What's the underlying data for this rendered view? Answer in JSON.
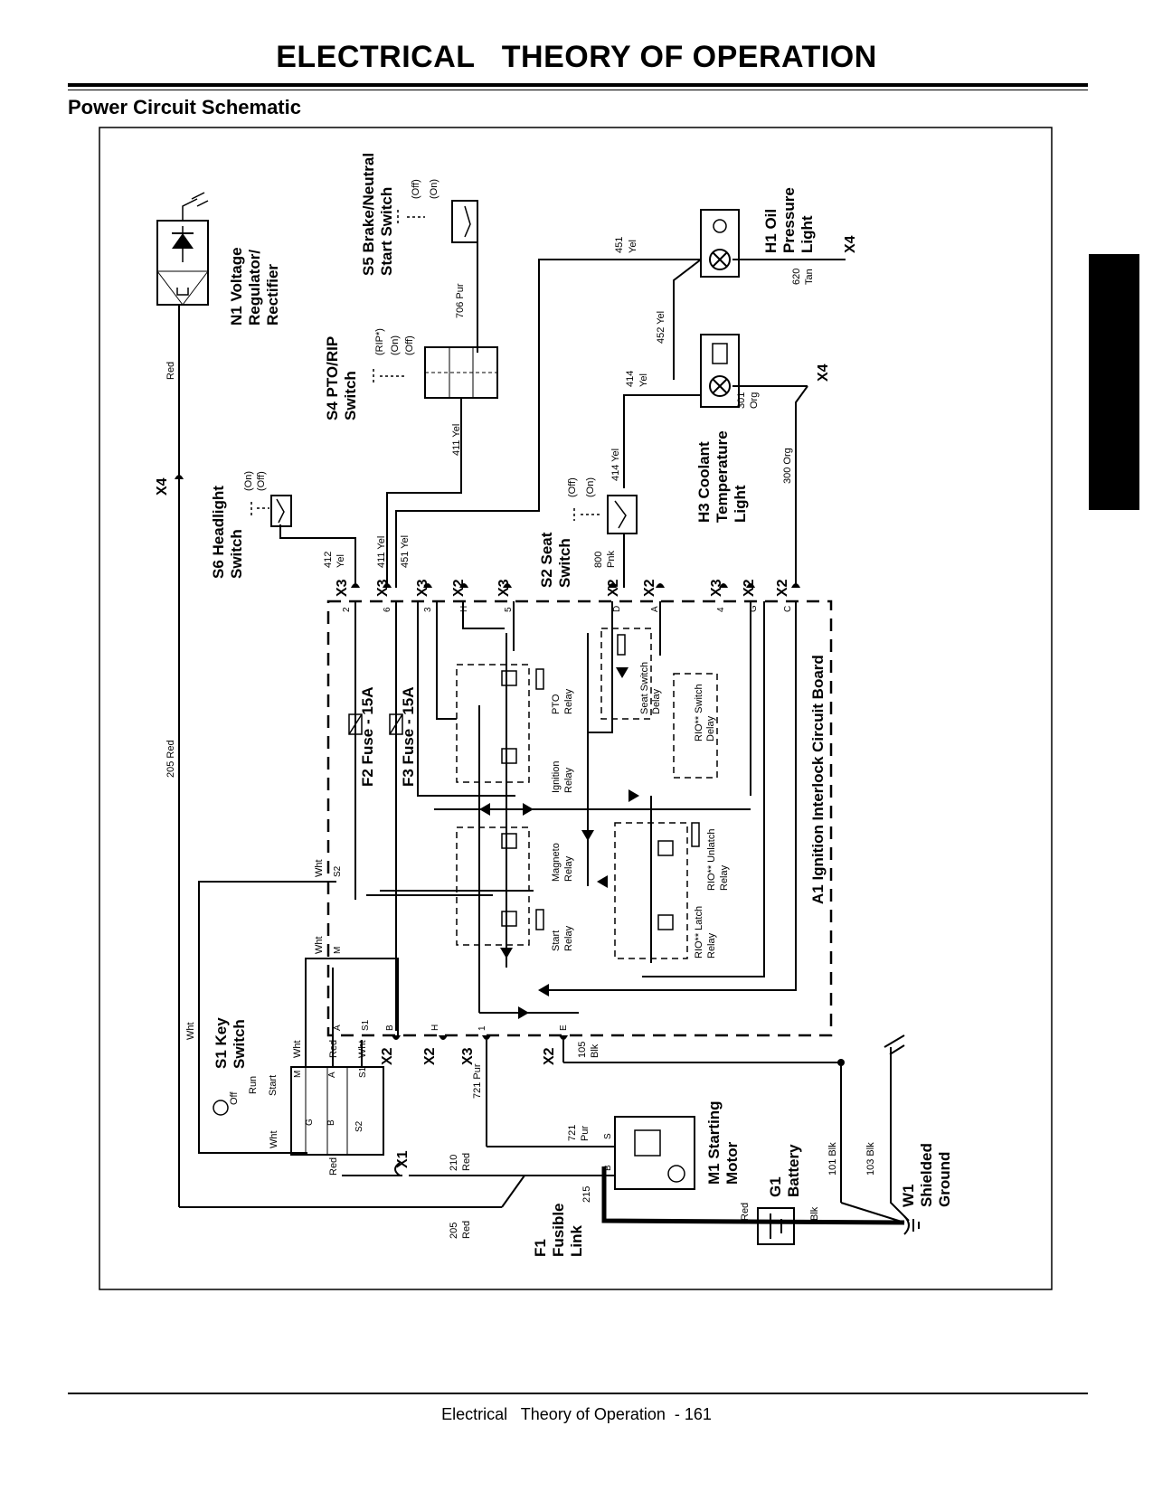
{
  "header": {
    "title": "ELECTRICAL   THEORY OF OPERATION",
    "section": "Power Circuit Schematic"
  },
  "footer": {
    "text": "Electrical   Theory of Operation  - 161"
  },
  "components": {
    "n1": [
      "N1 Voltage",
      "Regulator/",
      "Rectifier"
    ],
    "s5": [
      "S5 Brake/Neutral",
      "Start Switch"
    ],
    "s5_states": [
      "(Off)",
      "(On)"
    ],
    "h1": [
      "H1 Oil",
      "Pressure",
      "Light"
    ],
    "s4": [
      "S4 PTO/RIP",
      "Switch"
    ],
    "s4_states": [
      "(RIP*)",
      "(On)",
      "(Off)"
    ],
    "h3": [
      "H3 Coolant",
      "Temperature",
      "Light"
    ],
    "s6": [
      "S6 Headlight",
      "Switch"
    ],
    "s6_states": [
      "(On)",
      "(Off)"
    ],
    "s2": [
      "S2 Seat",
      "Switch"
    ],
    "s2_states": [
      "(Off)",
      "(On)"
    ],
    "a1": "A1 Ignition Interlock Circuit Board",
    "f2": "F2 Fuse - 15A",
    "f3": "F3 Fuse - 15A",
    "s1": [
      "S1 Key",
      "Switch"
    ],
    "s1_states": [
      "Off",
      "Run",
      "Start"
    ],
    "m1": [
      "M1 Starting",
      "Motor"
    ],
    "g1": [
      "G1",
      "Battery"
    ],
    "w1": [
      "W1",
      "Shielded",
      "Ground"
    ],
    "f1": [
      "F1",
      "Fusible",
      "Link"
    ]
  },
  "relays": {
    "pto": [
      "PTO",
      "Relay"
    ],
    "ignition": [
      "Ignition",
      "Relay"
    ],
    "magneto": [
      "Magneto",
      "Relay"
    ],
    "start": [
      "Start",
      "Relay"
    ],
    "seat_delay": [
      "Seat Switch",
      "Delay"
    ],
    "rio_switch_delay": [
      "RIO** Switch",
      "Delay"
    ],
    "rio_unlatch": [
      "RIO** Unlatch",
      "Relay"
    ],
    "rio_latch": [
      "RIO** Latch",
      "Relay"
    ]
  },
  "connectors": {
    "x1": "X1",
    "x2": "X2",
    "x3": "X3",
    "x4": "X4"
  },
  "wires": {
    "red": "Red",
    "w205": "205 Red",
    "w706": "706 Pur",
    "w451": [
      "451",
      "Yel"
    ],
    "w452": "452 Yel",
    "w414": [
      "414",
      "Yel"
    ],
    "w414b": "414 Yel",
    "w620": [
      "620",
      "Tan"
    ],
    "w301": [
      "301",
      "Org"
    ],
    "w300": "300 Org",
    "w411": "411 Yel",
    "w412": [
      "412",
      "Yel"
    ],
    "w411b": "411 Yel",
    "w451b": "451 Yel",
    "w800": [
      "800",
      "Pnk"
    ],
    "w721": "721 Pur",
    "w721b": [
      "721",
      "Pur"
    ],
    "w105": [
      "105",
      "Blk"
    ],
    "w210": [
      "210",
      "Red"
    ],
    "w205b": [
      "205",
      "Red"
    ],
    "w215": "215",
    "w101": "101 Blk",
    "w103": "103 Blk",
    "wht": "Wht",
    "blk": "Blk"
  },
  "pins": {
    "p2": "2",
    "p6": "6",
    "p3": "3",
    "pH": "H",
    "p5": "5",
    "pD": "D",
    "pA": "A",
    "p4": "4",
    "pG": "G",
    "pC": "C",
    "s2": "S2",
    "m": "M",
    "a": "A",
    "s1": "S1",
    "b": "B",
    "h": "H",
    "one": "1",
    "e": "E",
    "s": "S",
    "g": "G"
  }
}
